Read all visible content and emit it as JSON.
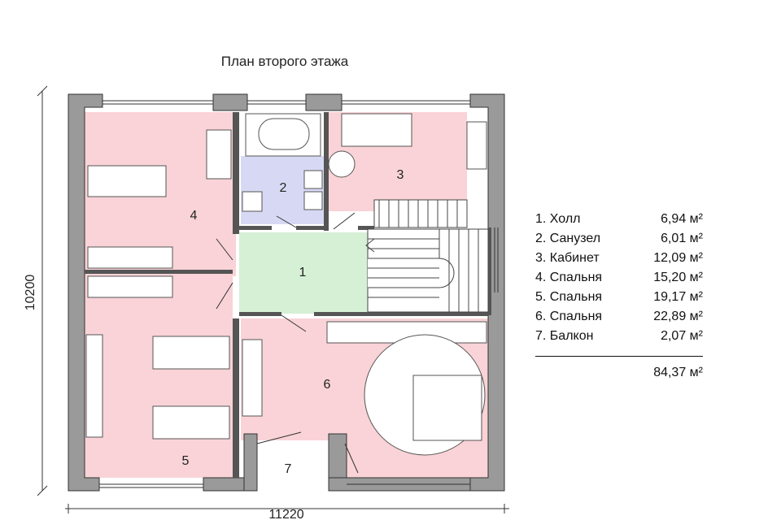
{
  "title": "План второго этажа",
  "dimensions": {
    "width": "11220",
    "height": "10200"
  },
  "rooms": [
    {
      "number": "1",
      "name": "Холл",
      "area": "6,94 м²"
    },
    {
      "number": "2",
      "name": "Санузел",
      "area": "6,01 м²"
    },
    {
      "number": "3",
      "name": "Кабинет",
      "area": "12,09 м²"
    },
    {
      "number": "4",
      "name": "Спальня",
      "area": "15,20 м²"
    },
    {
      "number": "5",
      "name": "Спальня",
      "area": "19,17 м²"
    },
    {
      "number": "6",
      "name": "Спальня",
      "area": "22,89 м²"
    },
    {
      "number": "7",
      "name": "Балкон",
      "area": "2,07 м²"
    }
  ],
  "legend_rows": [
    {
      "label": "1. Холл",
      "area": "6,94 м²"
    },
    {
      "label": "2. Санузел",
      "area": "6,01 м²"
    },
    {
      "label": "3. Кабинет",
      "area": "12,09 м²"
    },
    {
      "label": "4. Спальня",
      "area": "15,20 м²"
    },
    {
      "label": "5. Спальня",
      "area": "19,17 м²"
    },
    {
      "label": "6. Спальня",
      "area": "22,89 м²"
    },
    {
      "label": "7. Балкон",
      "area": "2,07 м²"
    }
  ],
  "total": "84,37 м²",
  "colors": {
    "bedroom": "#f9d3d7",
    "hall": "#d6f0d6",
    "bathroom": "#d7d9f4",
    "wall": "#9a9a9a",
    "line": "#333333"
  }
}
